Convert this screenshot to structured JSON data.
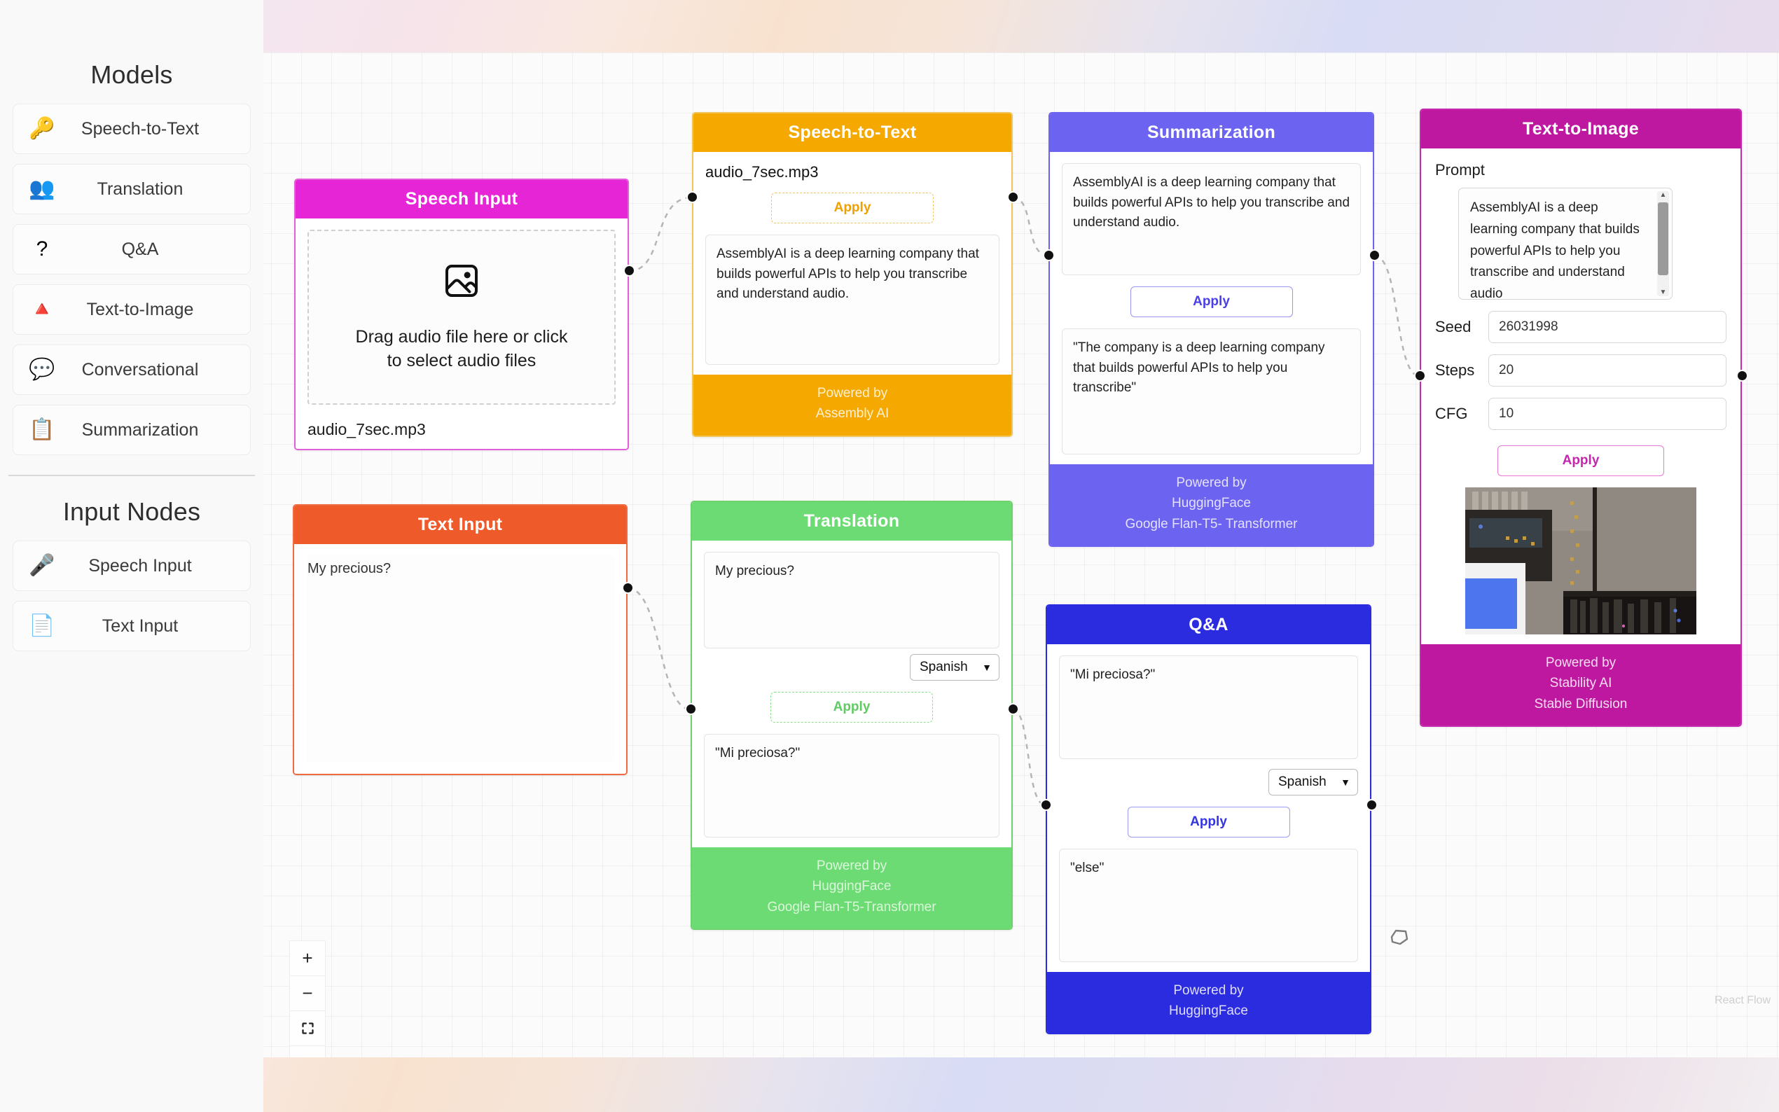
{
  "sidebar": {
    "models_title": "Models",
    "models": [
      {
        "label": "Speech-to-Text",
        "icon": "key-icon",
        "glyph": "🔑"
      },
      {
        "label": "Translation",
        "icon": "translation-icon",
        "glyph": "👥"
      },
      {
        "label": "Q&A",
        "icon": "question-mark-icon",
        "glyph": "?"
      },
      {
        "label": "Text-to-Image",
        "icon": "art-icon",
        "glyph": "🔺"
      },
      {
        "label": "Conversational",
        "icon": "speech-bubble-icon",
        "glyph": "💬"
      },
      {
        "label": "Summarization",
        "icon": "clipboard-icon",
        "glyph": "📋"
      }
    ],
    "inputs_title": "Input Nodes",
    "inputs": [
      {
        "label": "Speech Input",
        "icon": "microphone-icon",
        "glyph": "🎤"
      },
      {
        "label": "Text Input",
        "icon": "document-icon",
        "glyph": "📄"
      }
    ]
  },
  "nodes": {
    "speech_input": {
      "title": "Speech Input",
      "dropzone_text": "Drag audio file here or click\nto select audio files",
      "dropzone_icon": "image-placeholder-icon",
      "filename": "audio_7sec.mp3",
      "color": "#e625d7"
    },
    "text_input": {
      "title": "Text Input",
      "value": "My precious?",
      "color": "#ef5a2a"
    },
    "speech_to_text": {
      "title": "Speech-to-Text",
      "filename": "audio_7sec.mp3",
      "apply_label": "Apply",
      "output": "AssemblyAI is a deep learning company that builds powerful APIs to help you transcribe and understand audio.",
      "footer_line1": "Powered by",
      "footer_line2": "Assembly AI",
      "color": "#f5a800"
    },
    "translation": {
      "title": "Translation",
      "input": "My precious?",
      "language": "Spanish",
      "apply_label": "Apply",
      "output": "\"Mi preciosa?\"",
      "footer_line1": "Powered by",
      "footer_line2": "HuggingFace",
      "footer_line3": "Google Flan-T5-Transformer",
      "color": "#6ddb74"
    },
    "summarization": {
      "title": "Summarization",
      "input": "AssemblyAI is a deep learning company that builds powerful APIs to help you transcribe and understand audio.",
      "apply_label": "Apply",
      "output": "\"The company is a deep learning company that builds powerful APIs to help you transcribe\"",
      "footer_line1": "Powered by",
      "footer_line2": "HuggingFace",
      "footer_line3": "Google Flan-T5- Transformer",
      "color": "#6c63f0"
    },
    "qa": {
      "title": "Q&A",
      "input": "\"Mi preciosa?\"",
      "language": "Spanish",
      "apply_label": "Apply",
      "output": "\"else\"",
      "footer_line1": "Powered by",
      "footer_line2": "HuggingFace",
      "color": "#2b2be0"
    },
    "text_to_image": {
      "title": "Text-to-Image",
      "prompt_label": "Prompt",
      "prompt_value": "AssemblyAI is a deep learning company that builds powerful APIs to help you transcribe and understand audio",
      "seed_label": "Seed",
      "seed_value": "26031998",
      "steps_label": "Steps",
      "steps_value": "20",
      "cfg_label": "CFG",
      "cfg_value": "10",
      "apply_label": "Apply",
      "footer_line1": "Powered by",
      "footer_line2": "Stability AI",
      "footer_line3": "Stable Diffusion",
      "color": "#bd189f"
    }
  },
  "controls": {
    "zoom_in": "+",
    "zoom_out": "−",
    "fit_view": "fit-view-icon",
    "lock": "lock-icon"
  },
  "attribution": "React Flow"
}
